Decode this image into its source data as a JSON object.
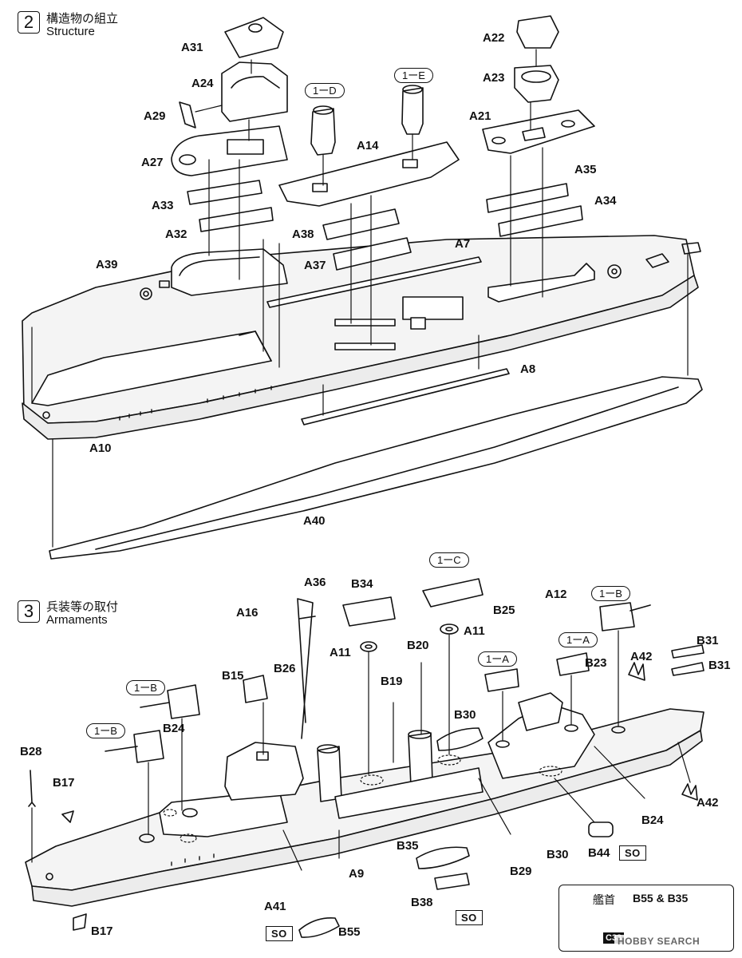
{
  "steps": [
    {
      "number": "2",
      "title_jp": "構造物の組立",
      "title_en": "Structure"
    },
    {
      "number": "3",
      "title_jp": "兵装等の取付",
      "title_en": "Armaments"
    }
  ],
  "structure_labels": {
    "A31": "A31",
    "A24": "A24",
    "A29": "A29",
    "A27": "A27",
    "A33": "A33",
    "A32": "A32",
    "A39": "A39",
    "A14": "A14",
    "A38": "A38",
    "A37": "A37",
    "A7": "A7",
    "A8": "A8",
    "A10": "A10",
    "A40": "A40",
    "A22": "A22",
    "A23": "A23",
    "A21": "A21",
    "A35": "A35",
    "A34": "A34"
  },
  "structure_pills": {
    "d": "1ーD",
    "e": "1ーE"
  },
  "arm_labels": {
    "A36": "A36",
    "A16": "A16",
    "B34": "B34",
    "A11a": "A11",
    "A11b": "A11",
    "B25": "B25",
    "A12": "A12",
    "B15": "B15",
    "B26": "B26",
    "B20": "B20",
    "B19": "B19",
    "B23": "B23",
    "A42a": "A42",
    "B31a": "B31",
    "B31b": "B31",
    "B24a": "B24",
    "B28": "B28",
    "B17a": "B17",
    "B30a": "B30",
    "B24b": "B24",
    "A42b": "A42",
    "B35": "B35",
    "B29": "B29",
    "B30b": "B30",
    "B44": "B44",
    "A41": "A41",
    "A9": "A9",
    "B38": "B38",
    "B55": "B55",
    "B17b": "B17"
  },
  "arm_pills": {
    "c": "1ーC",
    "b1": "1ーB",
    "a1": "1ーA",
    "a2": "1ーA",
    "b2": "1ーB",
    "b3": "1ーB"
  },
  "so_marks": {
    "so1": "SO",
    "so2": "SO",
    "so3": "SO"
  },
  "note": {
    "arrow_label": "艦首",
    "parts": "B55 & B35",
    "badge": "C33"
  },
  "watermark": "HOBBY SEARCH"
}
